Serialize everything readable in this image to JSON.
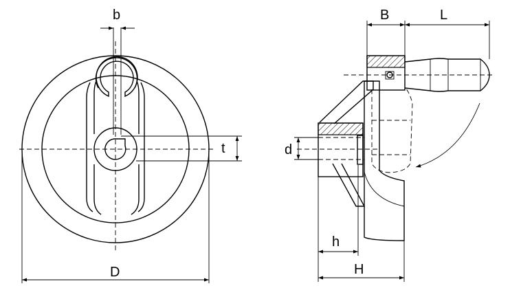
{
  "labels": {
    "b": "b",
    "t": "t",
    "D": "D",
    "B": "B",
    "L": "L",
    "d": "d",
    "h": "h",
    "H": "H"
  }
}
